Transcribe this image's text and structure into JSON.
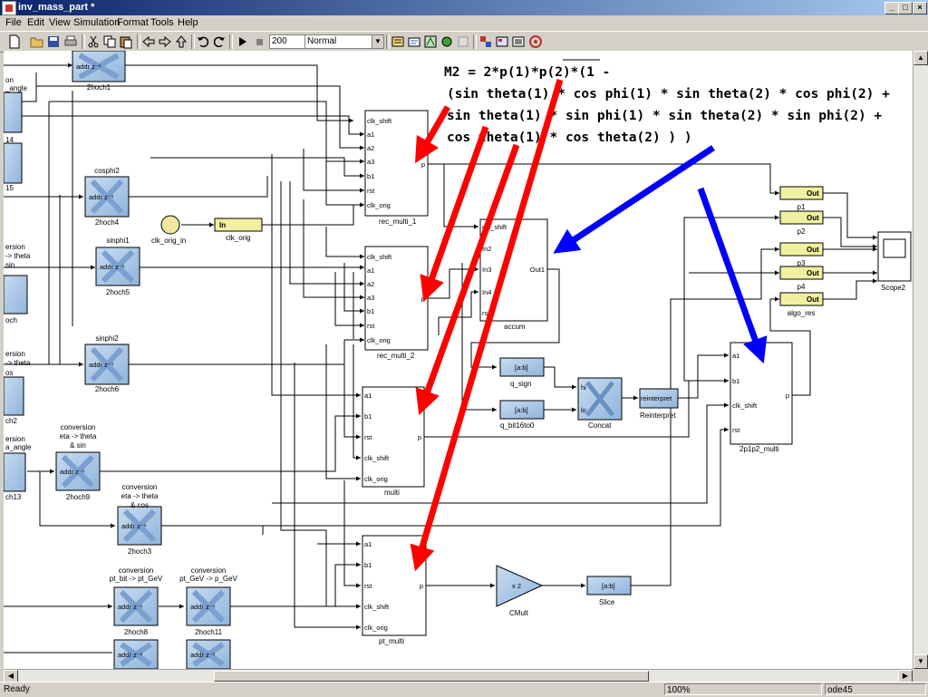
{
  "window": {
    "title": "inv_mass_part *",
    "controls": [
      "_",
      "□",
      "×"
    ]
  },
  "menu": {
    "items": [
      "File",
      "Edit",
      "View",
      "Simulation",
      "Format",
      "Tools",
      "Help"
    ]
  },
  "toolbar": {
    "stop_time": "200",
    "sim_mode": "Normal"
  },
  "equation": {
    "line1": "M2 = 2*p(1)*p(2)*(1 -",
    "line2": "(sin theta(1) * cos phi(1) * sin theta(2) * cos phi(2) +",
    "line3": " sin theta(1) * sin phi(1) * sin theta(2) * sin phi(2) +",
    "line4": " cos theta(1) * cos theta(2)   )  )"
  },
  "blocks": {
    "2hoch1": {
      "name": "2hoch1",
      "text": "addr z⁻¹"
    },
    "2hoch4": {
      "name": "2hoch4",
      "title": "cosphi2"
    },
    "2hoch5": {
      "name": "2hoch5",
      "title": "sinphi1"
    },
    "2hoch6": {
      "name": "2hoch6",
      "title": "sinphi2"
    },
    "2hoch9": {
      "name": "2hoch9",
      "title1": "conversion",
      "title2": "eta -> theta",
      "title3": "& sin"
    },
    "2hoch3": {
      "name": "2hoch3",
      "title1": "conversion",
      "title2": "eta -> theta",
      "title3": "& cos"
    },
    "2hoch8": {
      "name": "2hoch8",
      "title1": "conversion",
      "title2": "pt_bit -> pt_GeV"
    },
    "2hoch11": {
      "name": "2hoch11",
      "title1": "conversion",
      "title2": "pt_GeV -> p_GeV"
    },
    "clk_orig_in": {
      "name": "clk_orig_in"
    },
    "clk_orig": {
      "name": "clk_orig",
      "text": "In"
    },
    "rec_multi_1": {
      "name": "rec_multi_1",
      "ports": [
        "clk_shift",
        "a1",
        "a2",
        "a3",
        "b1",
        "rst",
        "clk_orig"
      ],
      "out": "p"
    },
    "rec_multi_2": {
      "name": "rec_multi_2",
      "ports": [
        "clk_shift",
        "a1",
        "a2",
        "a3",
        "b1",
        "rst",
        "clk_orig"
      ],
      "out": "p"
    },
    "accum": {
      "name": "accum",
      "ports": [
        "clk_shift",
        "In2",
        "In3",
        "In4",
        "rst"
      ],
      "out": "Out1"
    },
    "multi": {
      "name": "multi",
      "ports": [
        "a1",
        "b1",
        "rst",
        "clk_shift",
        "clk_orig"
      ],
      "out": "p"
    },
    "pt_multi": {
      "name": "pt_multi",
      "ports": [
        "a1",
        "b1",
        "rst",
        "clk_shift",
        "clk_orig"
      ],
      "out": "p"
    },
    "2p1p2_multi": {
      "name": "2p1p2_multi",
      "ports": [
        "a1",
        "b1",
        "clk_shift",
        "rst"
      ],
      "out": "p"
    },
    "q_sign": {
      "name": "q_sign",
      "text": "[a:b]"
    },
    "q_bit16to0": {
      "name": "q_bit16to0",
      "text": "[a:b]"
    },
    "concat": {
      "name": "Concat",
      "ports": [
        "hi",
        "lo"
      ]
    },
    "reinterpret": {
      "name": "Reinterpret",
      "text": "reinterpret"
    },
    "cmult": {
      "name": "CMult",
      "text": "x 2"
    },
    "slice": {
      "name": "Slice",
      "text": "[a:b]"
    },
    "scope2": {
      "name": "Scope2"
    },
    "outs": [
      {
        "name": "p1",
        "text": "Out"
      },
      {
        "name": "p2",
        "text": "Out"
      },
      {
        "name": "p3",
        "text": "Out"
      },
      {
        "name": "p4",
        "text": "Out"
      },
      {
        "name": "algo_res",
        "text": "Out"
      }
    ]
  },
  "left_edge_labels": [
    "on",
    "_angle",
    "14",
    "15",
    "ersion",
    "-> theta",
    "sin",
    "och",
    "ersion",
    "-> theta",
    "os",
    "ch2",
    "ersion",
    "a_angle",
    "ch13"
  ],
  "status": {
    "left": "Ready",
    "zoom": "100%",
    "solver": "ode45"
  },
  "colors": {
    "title_start": "#0a246a",
    "title_end": "#a6caf0",
    "xilinx_block": "#a8c8e8",
    "out_block": "#f0f0a0",
    "arrow_red": "#ff0000",
    "arrow_blue": "#0000ff"
  }
}
